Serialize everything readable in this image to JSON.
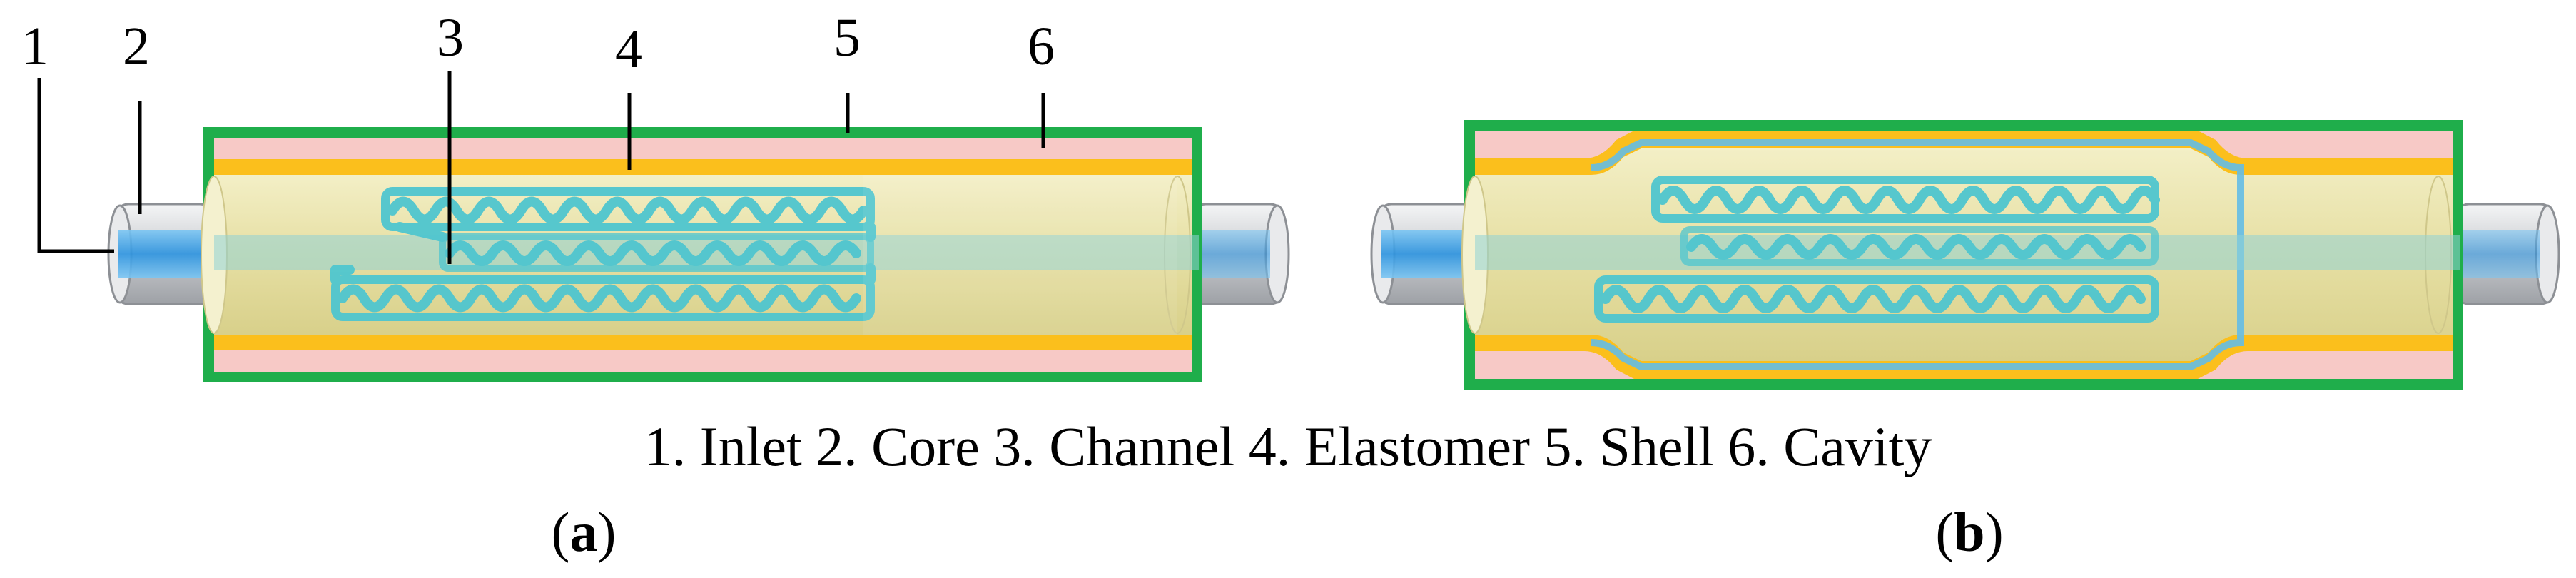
{
  "callouts": {
    "c1": "1",
    "c2": "2",
    "c3": "3",
    "c4": "4",
    "c5": "5",
    "c6": "6"
  },
  "legend": "1. Inlet 2. Core 3. Channel 4. Elastomer 5. Shell 6. Cavity",
  "panels": {
    "a": {
      "open": "(",
      "letter": "a",
      "close": ")"
    },
    "b": {
      "open": "(",
      "letter": "b",
      "close": ")"
    }
  },
  "colors": {
    "shell": "#1fae4b",
    "cavity": "#f7c9c6",
    "elastomer": "#fbbf1c",
    "core": "#efeab8",
    "channel": "#4fc6cf",
    "inlet": "#2f9be3",
    "pipe": "#d9dbde"
  }
}
